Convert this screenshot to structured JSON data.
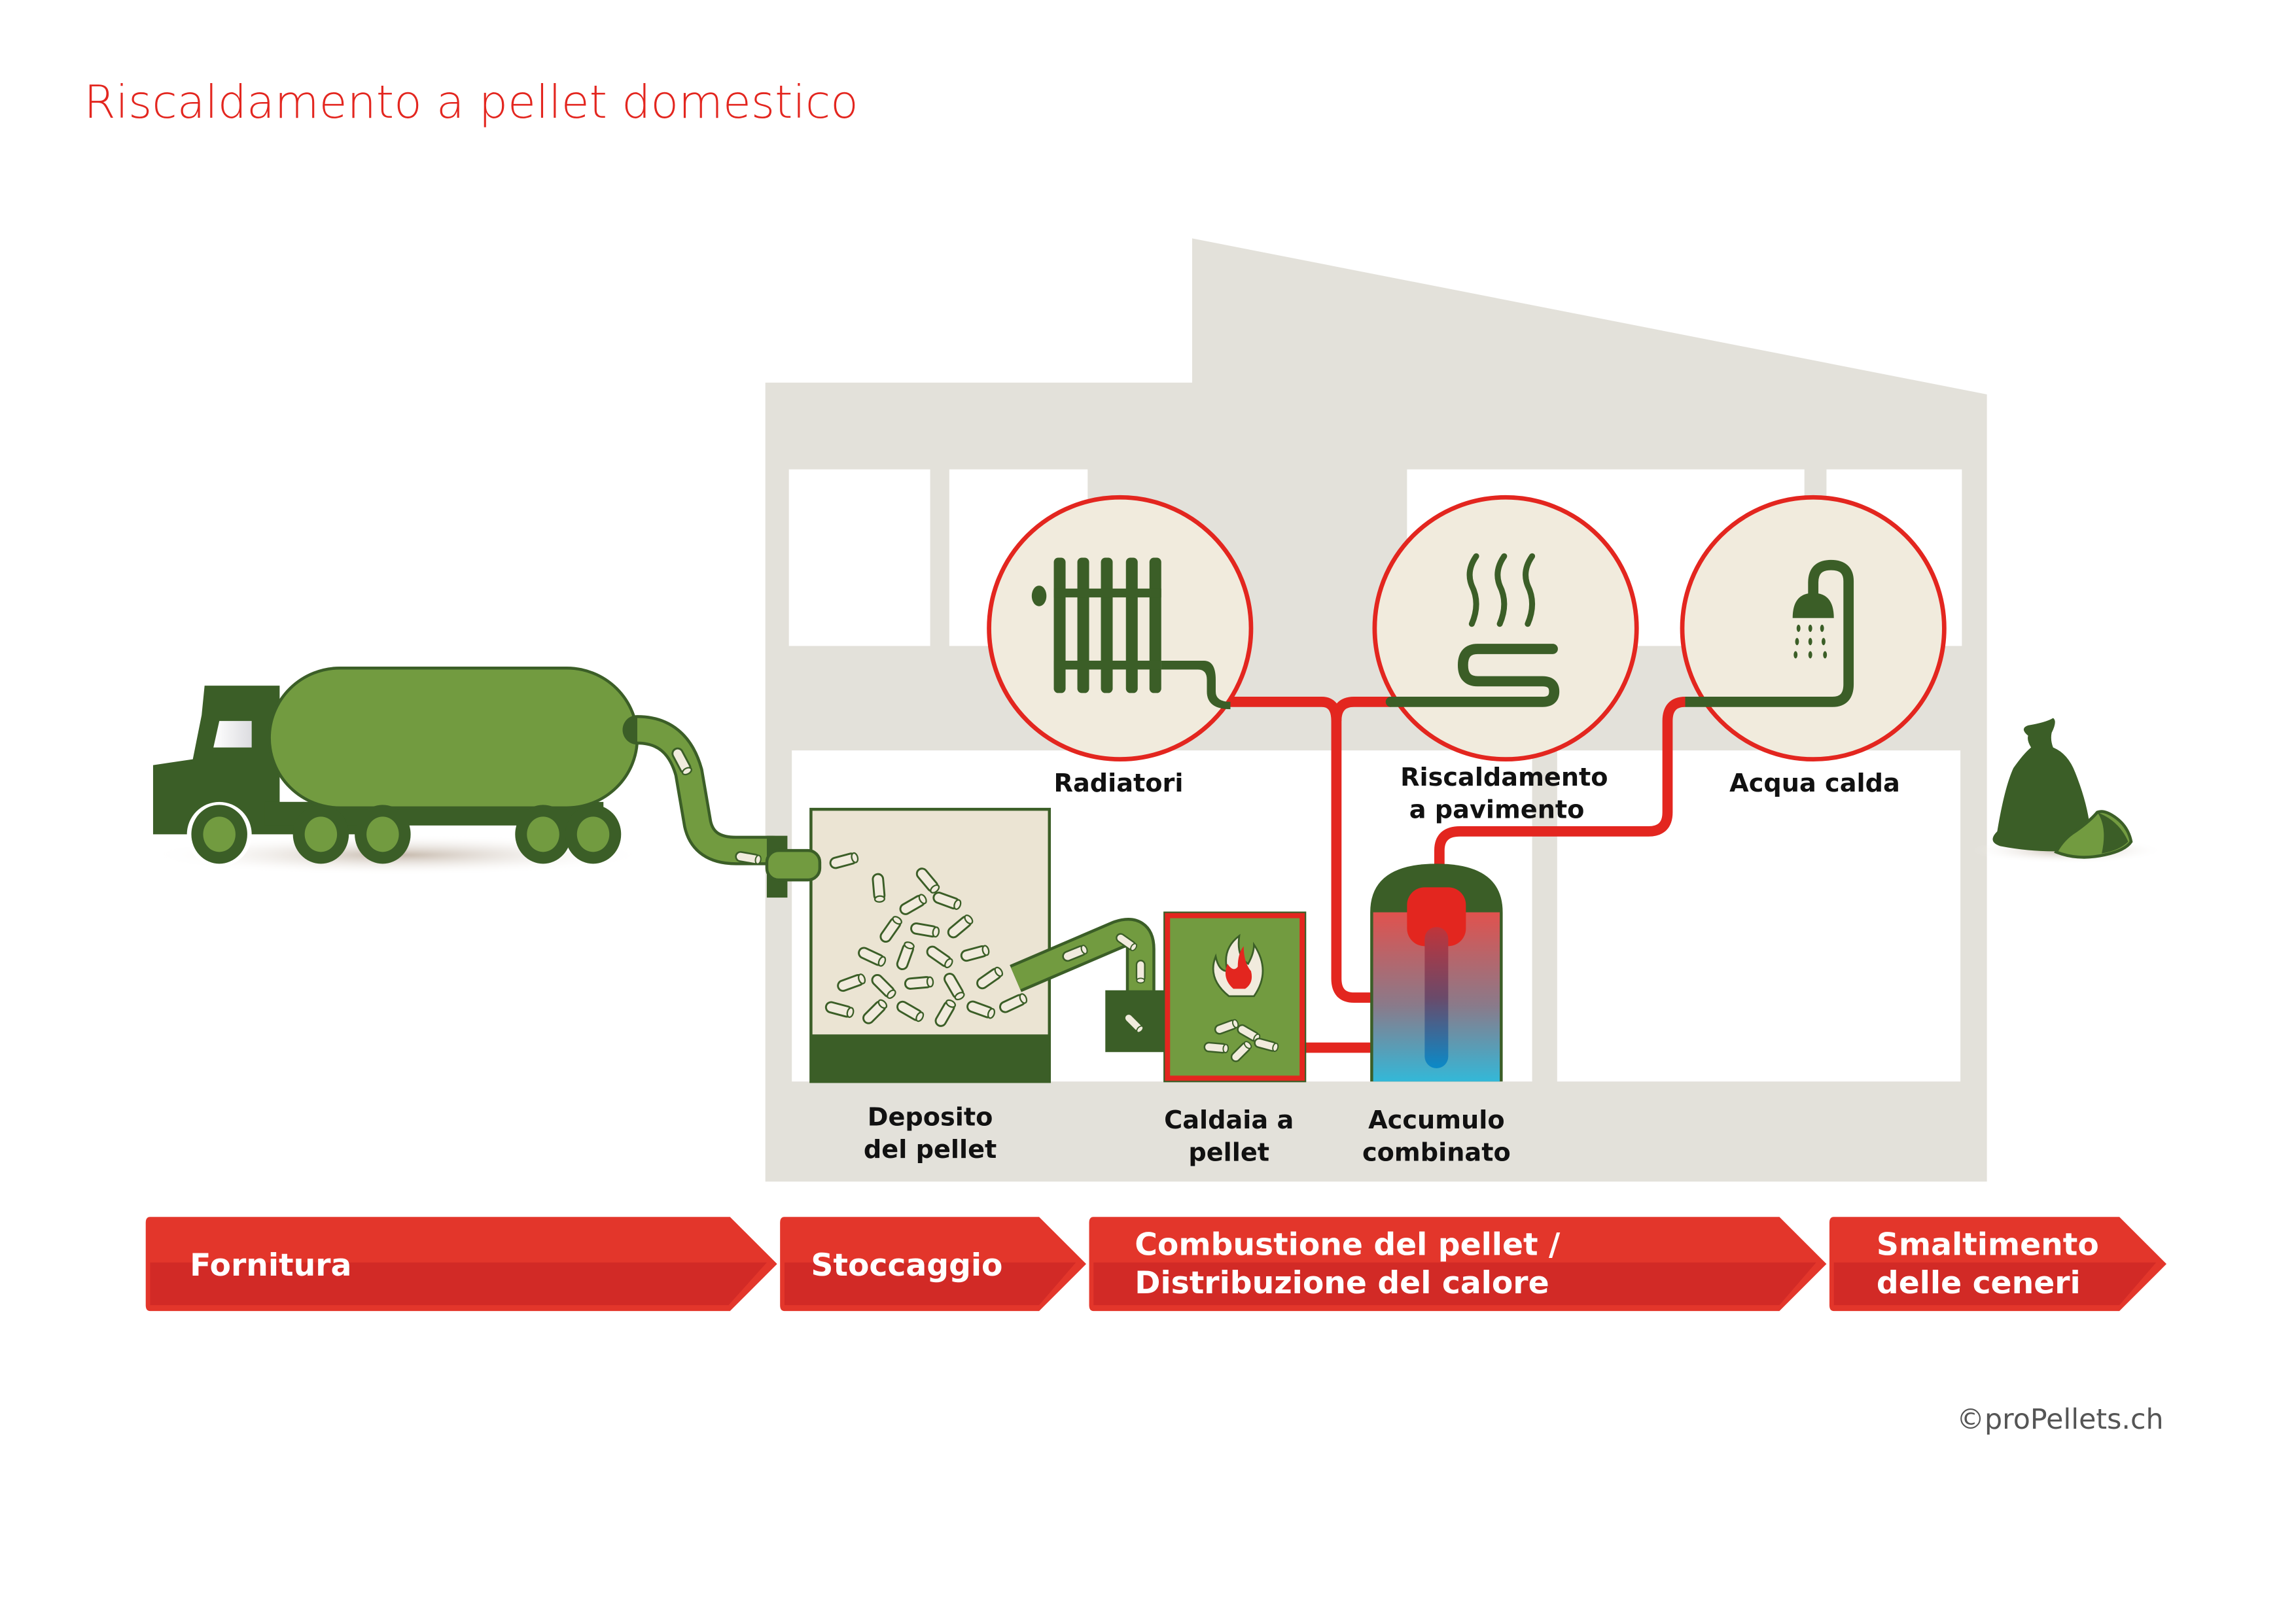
{
  "title": "Riscaldamento a pellet domestico",
  "colors": {
    "accent_red": "#e3261f",
    "dark_green": "#3b5e27",
    "light_green": "#729b40",
    "house_grey": "#e3e1da",
    "cream": "#f1ebdd",
    "step_red": "#e3362b",
    "step_red_dark": "#d22a26"
  },
  "components": {
    "radiators": {
      "label": "Radiatori",
      "icon": "radiator-icon"
    },
    "floor_heating": {
      "label_line1": "Riscaldamento",
      "label_line2": "a pavimento",
      "icon": "floor-heating-icon"
    },
    "hot_water": {
      "label": "Acqua calda",
      "icon": "shower-icon"
    },
    "storage": {
      "label_line1": "Deposito",
      "label_line2": "del pellet"
    },
    "boiler": {
      "label_line1": "Caldaia a",
      "label_line2": "pellet"
    },
    "buffer": {
      "label_line1": "Accumulo",
      "label_line2": "combinato"
    }
  },
  "process_steps": [
    {
      "line1": "Fornitura",
      "line2": ""
    },
    {
      "line1": "Stoccaggio",
      "line2": ""
    },
    {
      "line1": "Combustione del pellet /",
      "line2": "Distribuzione del calore"
    },
    {
      "line1": "Smaltimento",
      "line2": "delle ceneri"
    }
  ],
  "copyright": "©proPellets.ch"
}
